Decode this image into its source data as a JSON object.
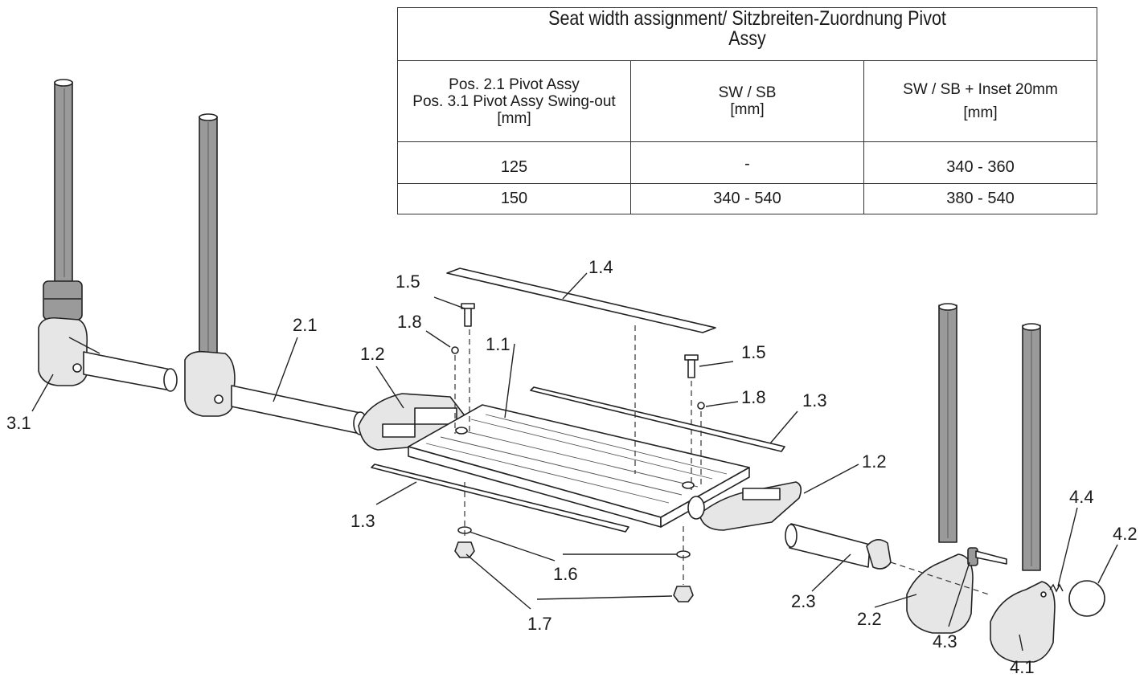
{
  "table": {
    "title_line1": "Seat width assignment/ Sitzbreiten-Zuordnung Pivot",
    "title_line2": "Assy",
    "col1_line1": "Pos. 2.1 Pivot Assy",
    "col1_line2": "Pos. 3.1 Pivot Assy Swing-out",
    "col1_line3": "[mm]",
    "col2_line1": "SW / SB",
    "col2_line2": "[mm]",
    "col3_line1": "SW / SB + Inset 20mm",
    "col3_line2": "[mm]",
    "rows": [
      {
        "pivot": "125",
        "sw": "-",
        "sw_inset": "340 - 360"
      },
      {
        "pivot": "150",
        "sw": "340 - 540",
        "sw_inset": "380 - 540"
      }
    ]
  },
  "callouts": {
    "c3_1": "3.1",
    "c2_1": "2.1",
    "c1_2_left": "1.2",
    "c1_5_left": "1.5",
    "c1_8_left": "1.8",
    "c1_4": "1.4",
    "c1_1": "1.1",
    "c1_5_right": "1.5",
    "c1_8_right": "1.8",
    "c1_3_right": "1.3",
    "c1_2_right": "1.2",
    "c1_3_left": "1.3",
    "c1_6": "1.6",
    "c1_7": "1.7",
    "c2_3": "2.3",
    "c2_2": "2.2",
    "c4_3": "4.3",
    "c4_4": "4.4",
    "c4_2": "4.2",
    "c4_1": "4.1"
  }
}
